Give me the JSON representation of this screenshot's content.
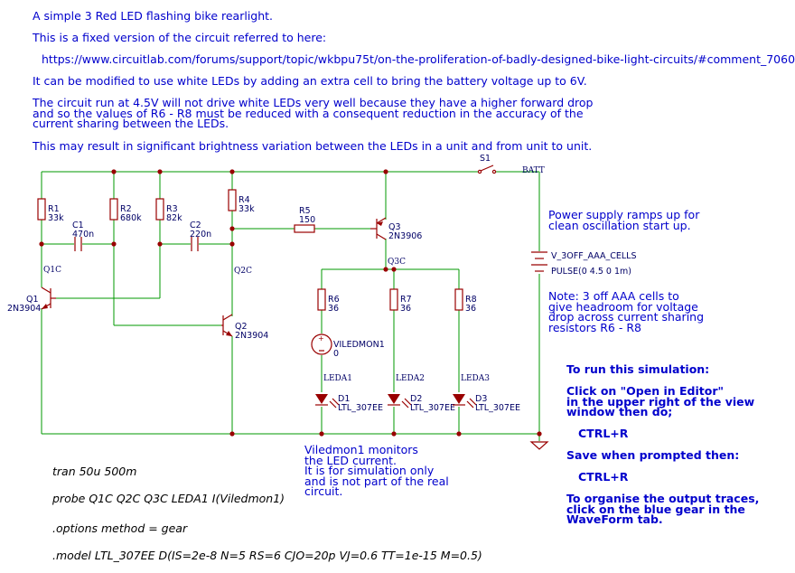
{
  "notes": {
    "title": "A simple 3 Red LED flashing bike rearlight.",
    "fixed": "This is a fixed version of the circuit referred to here:",
    "url": "https://www.circuitlab.com/forums/support/topic/wkbpu75t/on-the-proliferation-of-badly-designed-bike-light-circuits/#comment_7060",
    "modify": "It can be modified to use white LEDs by adding an extra cell to bring the battery voltage up to 6V.",
    "white_leds": "The circuit run at 4.5V will not drive white LEDs very well because they have a higher forward drop\nand so the values of R6 - R8 must be reduced with a consequent reduction in the accuracy of the\ncurrent sharing between the LEDs.",
    "variation": "This may result in significant brightness variation between the LEDs in a unit and from unit to unit.",
    "power_ramp": "Power supply ramps up for\nclean oscillation start up.",
    "aaa_note": "Note: 3 off AAA cells to\ngive headroom for voltage\ndrop across current sharing\nresistors R6 - R8",
    "viledmon_note": "Viledmon1 monitors\nthe LED current.\nIt is for simulation only\nand is not part of the real\ncircuit.",
    "run_title": "To run this simulation:",
    "run_step1": "Click on \"Open in Editor\"\nin the upper right of the view\nwindow then do;",
    "run_ctrl1": "CTRL+R",
    "run_save": "Save when prompted then:",
    "run_ctrl2": "CTRL+R",
    "run_gear": "To organise the output traces,\nclick on the blue gear in the\nWaveForm tab."
  },
  "spice": {
    "tran": "tran 50u 500m",
    "probe": "probe Q1C Q2C Q3C LEDA1 I(Viledmon1)",
    "options": ".options method = gear",
    "model": ".model LTL_307EE D(IS=2e-8 N=5 RS=6 CJO=20p VJ=0.6 TT=1e-15 M=0.5)"
  },
  "components": {
    "r1": {
      "name": "R1",
      "value": "33k"
    },
    "r2": {
      "name": "R2",
      "value": "680k"
    },
    "r3": {
      "name": "R3",
      "value": "82k"
    },
    "r4": {
      "name": "R4",
      "value": "33k"
    },
    "r5": {
      "name": "R5",
      "value": "150"
    },
    "r6": {
      "name": "R6",
      "value": "36"
    },
    "r7": {
      "name": "R7",
      "value": "36"
    },
    "r8": {
      "name": "R8",
      "value": "36"
    },
    "c1": {
      "name": "C1",
      "value": "470n"
    },
    "c2": {
      "name": "C2",
      "value": "220n"
    },
    "q1": {
      "name": "Q1",
      "value": "2N3904"
    },
    "q2": {
      "name": "Q2",
      "value": "2N3904"
    },
    "q3": {
      "name": "Q3",
      "value": "2N3906"
    },
    "d1": {
      "name": "D1",
      "value": "LTL_307EE"
    },
    "d2": {
      "name": "D2",
      "value": "LTL_307EE"
    },
    "d3": {
      "name": "D3",
      "value": "LTL_307EE"
    },
    "s1": {
      "name": "S1"
    },
    "viledmon": {
      "name": "VILEDMON1",
      "value": "0"
    },
    "vsrc": {
      "name": "V_3OFF_AAA_CELLS",
      "value": "PULSE(0 4.5 0 1m)"
    }
  },
  "nets": {
    "batt": "BATT",
    "q1c": "Q1C",
    "q2c": "Q2C",
    "q3c": "Q3C",
    "leda1": "LEDA1",
    "leda2": "LEDA2",
    "leda3": "LEDA3"
  }
}
